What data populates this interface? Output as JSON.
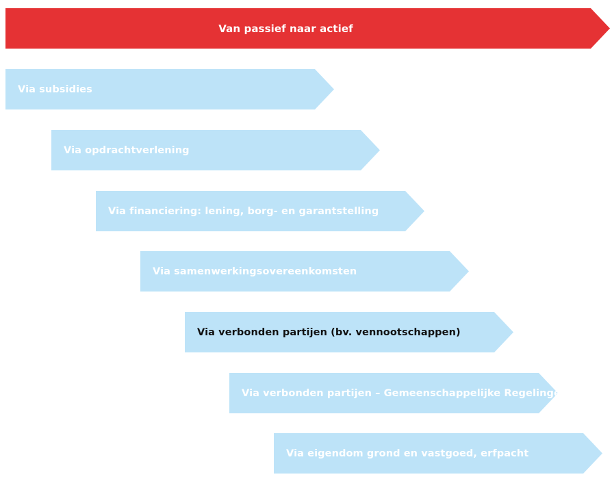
{
  "colors": {
    "header_fill": "#e53234",
    "header_text": "#ffffff",
    "step_fill": "#bde3f8",
    "step_text": "#ffffff",
    "step_text_highlight": "#111111"
  },
  "header": {
    "label": "Van passief naar actief"
  },
  "steps": [
    {
      "label": "Via subsidies",
      "highlighted": false
    },
    {
      "label": "Via opdrachtverlening",
      "highlighted": false
    },
    {
      "label": "Via financiering: lening, borg- en garantstelling",
      "highlighted": false
    },
    {
      "label": "Via samenwerkingsovereenkomsten",
      "highlighted": false
    },
    {
      "label": "Via verbonden partijen (bv. vennootschappen)",
      "highlighted": true
    },
    {
      "label": "Via verbonden partijen – Gemeenschappelijke Regelingen",
      "highlighted": false
    },
    {
      "label": "Via eigendom grond en vastgoed, erfpacht",
      "highlighted": false
    }
  ]
}
